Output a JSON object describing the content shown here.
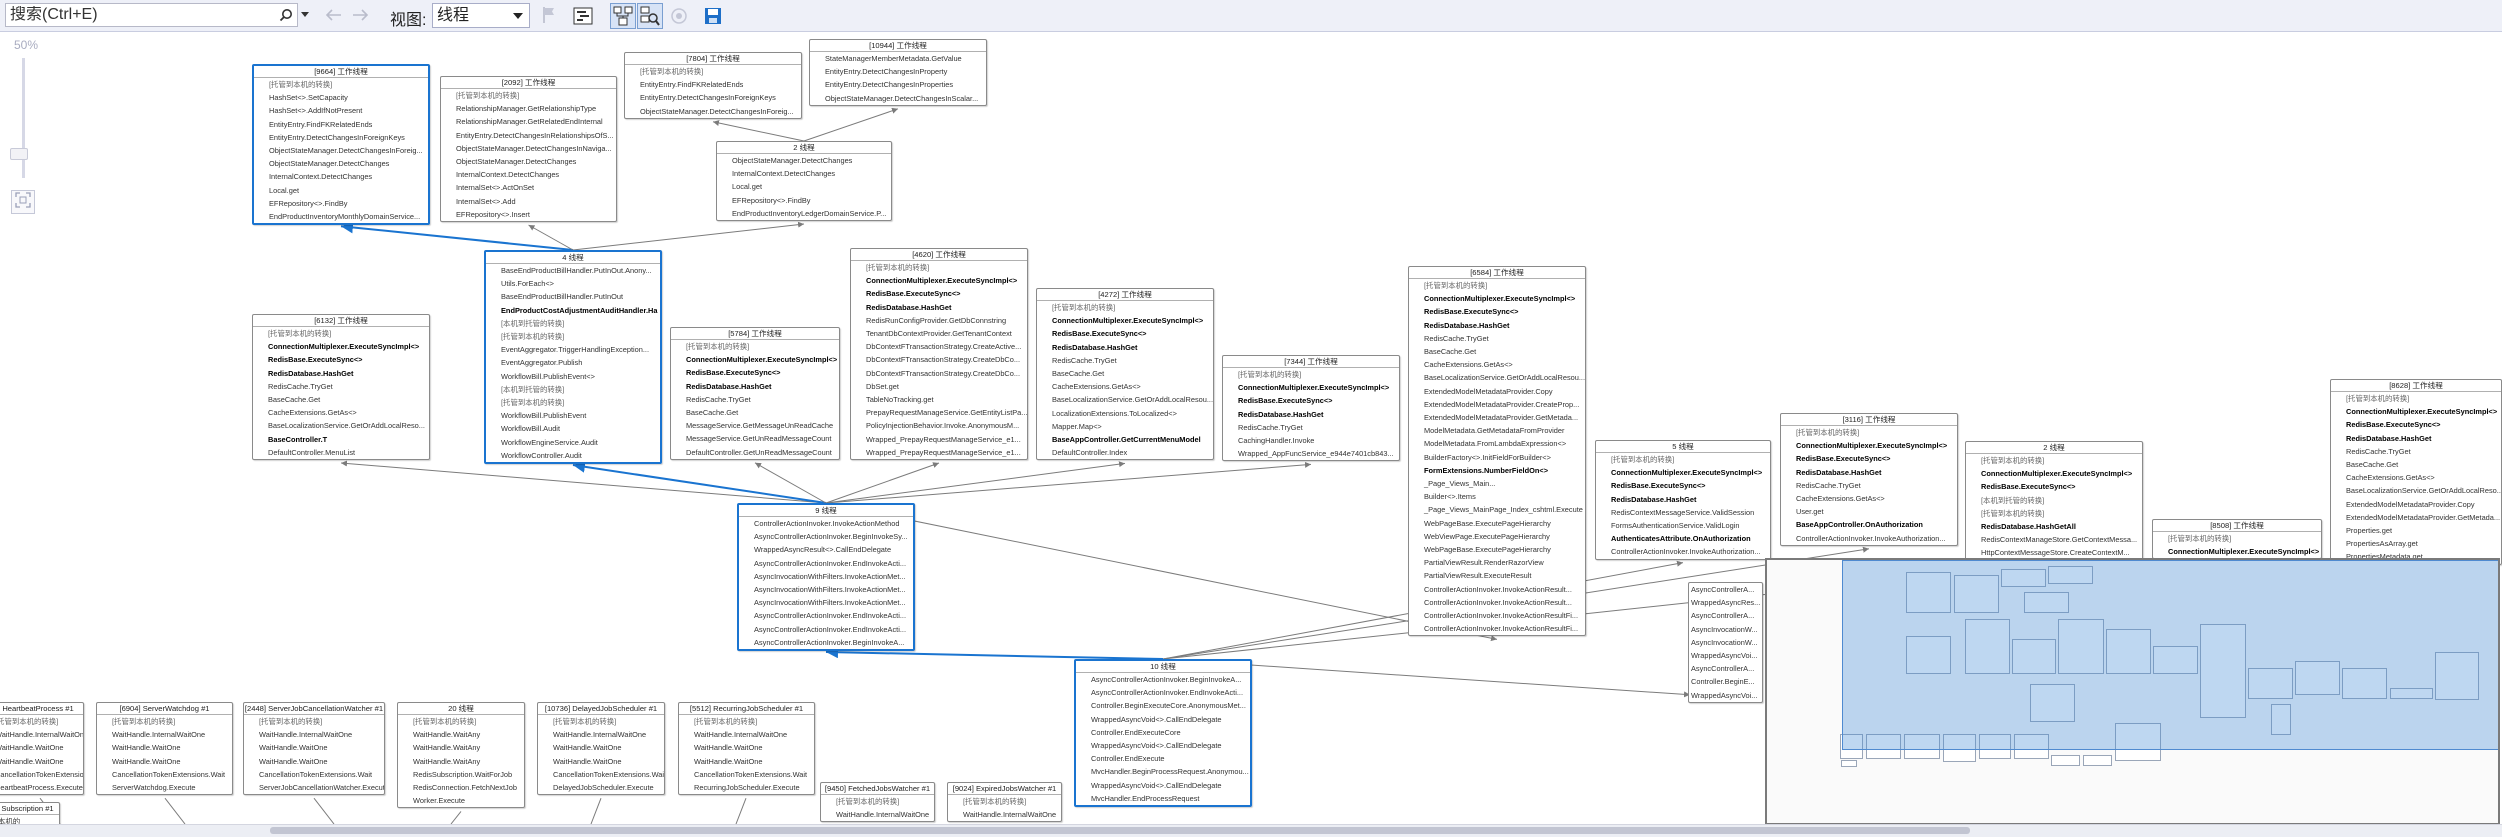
{
  "toolbar": {
    "search_placeholder": "搜索(Ctrl+E)",
    "view_label": "视图:",
    "view_value": "线程",
    "icons": [
      "search-icon",
      "back-arrow-icon",
      "forward-arrow-icon",
      "flag-icon",
      "gantt-toggle-icon",
      "method-view-icon",
      "auto-scroll-icon",
      "camera-icon",
      "save-icon"
    ]
  },
  "zoom": {
    "label": "50%"
  },
  "colors": {
    "selected": "#1a74d0",
    "edge": "#7b7b7b",
    "highlight_edge": "#1a74d0"
  },
  "nodes": {
    "n9664": {
      "title": "[9664] 工作线程",
      "frames": [
        "[托管到本机的转换]",
        "HashSet<>.SetCapacity",
        "HashSet<>.AddIfNotPresent",
        "EntityEntry.FindFKRelatedEnds",
        "EntityEntry.DetectChangesInForeignKeys",
        "ObjectStateManager.DetectChangesInForeig...",
        "ObjectStateManager.DetectChanges",
        "InternalContext.DetectChanges",
        "Local.get",
        "EFRepository<>.FindBy",
        "EndProductInventoryMonthlyDomainService..."
      ]
    },
    "n2092": {
      "title": "[2092] 工作线程",
      "frames": [
        "[托管到本机的转换]",
        "RelationshipManager.GetRelationshipType",
        "RelationshipManager.GetRelatedEndInternal",
        "EntityEntry.DetectChangesInRelationshipsOfS...",
        "ObjectStateManager.DetectChangesInNaviga...",
        "ObjectStateManager.DetectChanges",
        "InternalContext.DetectChanges",
        "InternalSet<>.ActOnSet",
        "InternalSet<>.Add",
        "EFRepository<>.Insert"
      ]
    },
    "n7804": {
      "title": "[7804] 工作线程",
      "frames": [
        "[托管到本机的转换]",
        "EntityEntry.FindFKRelatedEnds",
        "EntityEntry.DetectChangesInForeignKeys",
        "ObjectStateManager.DetectChangesInForeig..."
      ]
    },
    "n10944": {
      "title": "[10944] 工作线程",
      "frames": [
        "StateManagerMemberMetadata.GetValue",
        "EntityEntry.DetectChangesInProperty",
        "EntityEntry.DetectChangesInProperties",
        "ObjectStateManager.DetectChangesInScalar..."
      ]
    },
    "n2t": {
      "title": "2 线程",
      "frames": [
        "ObjectStateManager.DetectChanges",
        "InternalContext.DetectChanges",
        "Local.get",
        "EFRepository<>.FindBy",
        "EndProductInventoryLedgerDomainService.P..."
      ]
    },
    "n4t": {
      "title": "4 线程",
      "frames": [
        "BaseEndProductBillHandler.PutInOut.Anony...",
        "Utils.ForEach<>",
        "BaseEndProductBillHandler.PutInOut",
        "EndProductCostAdjustmentAuditHandler.Ha",
        "[本机到托管的转换]",
        "[托管到本机的转换]",
        "EventAggregator.TriggerHandlingException...",
        "EventAggregator.Publish",
        "WorkflowBill.PublishEvent<>",
        "[本机到托管的转换]",
        "[托管到本机的转换]",
        "WorkflowBill.PublishEvent",
        "WorkflowBill.Audit",
        "WorkflowEngineService.Audit",
        "WorkflowController.Audit"
      ]
    },
    "n6132": {
      "title": "[6132] 工作线程",
      "frames": [
        "[托管到本机的转换]",
        "ConnectionMultiplexer.ExecuteSyncImpl<>",
        "RedisBase.ExecuteSync<>",
        "RedisDatabase.HashGet",
        "RedisCache.TryGet",
        "BaseCache.Get",
        "CacheExtensions.GetAs<>",
        "BaseLocalizationService.GetOrAddLocalReso...",
        "BaseController.T",
        "DefaultController.MenuList"
      ]
    },
    "n5784": {
      "title": "[5784] 工作线程",
      "frames": [
        "[托管到本机的转换]",
        "ConnectionMultiplexer.ExecuteSyncImpl<>",
        "RedisBase.ExecuteSync<>",
        "RedisDatabase.HashGet",
        "RedisCache.TryGet",
        "BaseCache.Get",
        "MessageService.GetMessageUnReadCache",
        "MessageService.GetUnReadMessageCount",
        "DefaultController.GetUnReadMessageCount"
      ]
    },
    "n4620": {
      "title": "[4620] 工作线程",
      "frames": [
        "[托管到本机的转换]",
        "ConnectionMultiplexer.ExecuteSyncImpl<>",
        "RedisBase.ExecuteSync<>",
        "RedisDatabase.HashGet",
        "RedisRunConfigProvider.GetDbConnstring",
        "TenantDbContextProvider.GetTenantContext",
        "DbContextFTransactionStrategy.CreateActive...",
        "DbContextFTransactionStrategy.CreateDbCo...",
        "DbContextFTransactionStrategy.CreateDbCo...",
        "DbSet.get",
        "TableNoTracking.get",
        "PrepayRequestManageService.GetEntityListPa...",
        "PolicyInjectionBehavior.Invoke.AnonymousM...",
        "Wrapped_PrepayRequestManageService_e1...",
        "Wrapped_PrepayRequestManageService_e1..."
      ]
    },
    "n4272": {
      "title": "[4272] 工作线程",
      "frames": [
        "[托管到本机的转换]",
        "ConnectionMultiplexer.ExecuteSyncImpl<>",
        "RedisBase.ExecuteSync<>",
        "RedisDatabase.HashGet",
        "RedisCache.TryGet",
        "BaseCache.Get",
        "CacheExtensions.GetAs<>",
        "BaseLocalizationService.GetOrAddLocalResou...",
        "LocalizationExtensions.ToLocalized<>",
        "Mapper.Map<>",
        "BaseAppController.GetCurrentMenuModel",
        "DefaultController.Index"
      ]
    },
    "n7344": {
      "title": "[7344] 工作线程",
      "frames": [
        "[托管到本机的转换]",
        "ConnectionMultiplexer.ExecuteSyncImpl<>",
        "RedisBase.ExecuteSync<>",
        "RedisDatabase.HashGet",
        "RedisCache.TryGet",
        "CachingHandler.Invoke",
        "Wrapped_AppFuncService_e944e7401cb843..."
      ]
    },
    "n6584": {
      "title": "[6584] 工作线程",
      "frames": [
        "[托管到本机的转换]",
        "ConnectionMultiplexer.ExecuteSyncImpl<>",
        "RedisBase.ExecuteSync<>",
        "RedisDatabase.HashGet",
        "RedisCache.TryGet",
        "BaseCache.Get",
        "CacheExtensions.GetAs<>",
        "BaseLocalizationService.GetOrAddLocalResou...",
        "ExtendedModelMetadataProvider.Copy",
        "ExtendedModelMetadataProvider.CreateProp...",
        "ExtendedModelMetadataProvider.GetMetada...",
        "ModelMetadata.GetMetadataFromProvider",
        "ModelMetadata.FromLambdaExpression<>",
        "BuilderFactory<>.InitFieldForBuilder<>",
        "FormExtensions.NumberFieldOn<>",
        "_Page_Views_Main...",
        "Builder<>.Items",
        "_Page_Views_MainPage_Index_cshtml.Execute",
        "WebPageBase.ExecutePageHierarchy",
        "WebViewPage.ExecutePageHierarchy",
        "WebPageBase.ExecutePageHierarchy",
        "PartialViewResult.RenderRazorView",
        "PartialViewResult.ExecuteResult",
        "ControllerActionInvoker.InvokeActionResult...",
        "ControllerActionInvoker.InvokeActionResult...",
        "ControllerActionInvoker.InvokeActionResultFi...",
        "ControllerActionInvoker.InvokeActionResultFi..."
      ]
    },
    "n5t": {
      "title": "5 线程",
      "frames": [
        "[托管到本机的转换]",
        "ConnectionMultiplexer.ExecuteSyncImpl<>",
        "RedisBase.ExecuteSync<>",
        "RedisDatabase.HashGet",
        "RedisContextMessageService.ValidSession",
        "FormsAuthenticationService.ValidLogin",
        "AuthenticatesAttribute.OnAuthorization",
        "ControllerActionInvoker.InvokeAuthorization..."
      ]
    },
    "n3116": {
      "title": "[3116] 工作线程",
      "frames": [
        "[托管到本机的转换]",
        "ConnectionMultiplexer.ExecuteSyncImpl<>",
        "RedisBase.ExecuteSync<>",
        "RedisDatabase.HashGet",
        "RedisCache.TryGet",
        "CacheExtensions.GetAs<>",
        "User.get",
        "BaseAppController.OnAuthorization",
        "ControllerActionInvoker.InvokeAuthorization..."
      ]
    },
    "n2tb": {
      "title": "2 线程",
      "frames": [
        "[托管到本机的转换]",
        "ConnectionMultiplexer.ExecuteSyncImpl<>",
        "RedisBase.ExecuteSync<>",
        "[本机到托管的转换]",
        "[托管到本机的转换]",
        "RedisDatabase.HashGetAll",
        "RedisContextManageStore.GetContextMessa...",
        "HttpContextMessageStore.CreateContextM..."
      ]
    },
    "n8508": {
      "title": "[8508] 工作线程",
      "frames": [
        "[托管到本机的转换]",
        "ConnectionMultiplexer.ExecuteSyncImpl<>"
      ]
    },
    "n8628": {
      "title": "[8628] 工作线程",
      "frames": [
        "[托管到本机的转换]",
        "ConnectionMultiplexer.ExecuteSyncImpl<>",
        "RedisBase.ExecuteSync<>",
        "RedisDatabase.HashGet",
        "RedisCache.TryGet",
        "BaseCache.Get",
        "CacheExtensions.GetAs<>",
        "BaseLocalizationService.GetOrAddLocalReso...",
        "ExtendedModelMetadataProvider.Copy",
        "ExtendedModelMetadataProvider.GetMetada...",
        "Properties.get",
        "PropertiesAsArray.get",
        "PropertiesMetadata.get"
      ]
    },
    "n9t": {
      "title": "9 线程",
      "frames": [
        "ControllerActionInvoker.InvokeActionMethod",
        "AsyncControllerActionInvoker.BeginInvokeSy...",
        "WrappedAsyncResult<>.CallEndDelegate",
        "AsyncControllerActionInvoker.EndInvokeActi...",
        "AsyncInvocationWithFilters.InvokeActionMet...",
        "AsyncInvocationWithFilters.InvokeActionMet...",
        "AsyncInvocationWithFilters.InvokeActionMet...",
        "AsyncControllerActionInvoker.EndInvokeActi...",
        "AsyncControllerActionInvoker.EndInvokeActi...",
        "AsyncControllerActionInvoker.BeginInvokeA..."
      ]
    },
    "n10t": {
      "title": "10 线程",
      "frames": [
        "AsyncControllerActionInvoker.BeginInvokeA...",
        "AsyncControllerActionInvoker.EndInvokeActi...",
        "Controller.BeginExecuteCore.AnonymousMet...",
        "WrappedAsyncVoid<>.CallEndDelegate",
        "Controller.EndExecuteCore",
        "WrappedAsyncVoid<>.CallEndDelegate",
        "Controller.EndExecute",
        "MvcHandler.BeginProcessRequest.Anonymou...",
        "WrappedAsyncVoid<>.CallEndDelegate",
        "MvcHandler.EndProcessRequest"
      ]
    },
    "nEnd": {
      "title": "",
      "frames": [
        "AsyncControllerA...",
        "WrappedAsyncRes...",
        "AsyncControllerA...",
        "AsyncInvocationW...",
        "AsyncInvocationW...",
        "WrappedAsyncVoi...",
        "AsyncControllerA...",
        "Controller.BeginE...",
        "WrappedAsyncVoi..."
      ]
    },
    "nHeart": {
      "title": "HeartbeatProcess #1",
      "frames": [
        "[托管到本机的转换]",
        "WaitHandle.InternalWaitOne",
        "WaitHandle.WaitOne",
        "WaitHandle.WaitOne",
        "CancellationTokenExtensions.Wait",
        "HeartbeatProcess.Execute"
      ]
    },
    "n6904": {
      "title": "[6904] ServerWatchdog #1",
      "frames": [
        "[托管到本机的转换]",
        "WaitHandle.InternalWaitOne",
        "WaitHandle.WaitOne",
        "WaitHandle.WaitOne",
        "CancellationTokenExtensions.Wait",
        "ServerWatchdog.Execute"
      ]
    },
    "n2448": {
      "title": "[2448] ServerJobCancellationWatcher #1",
      "frames": [
        "[托管到本机的转换]",
        "WaitHandle.InternalWaitOne",
        "WaitHandle.WaitOne",
        "WaitHandle.WaitOne",
        "CancellationTokenExtensions.Wait",
        "ServerJobCancellationWatcher.Execute"
      ]
    },
    "n20t": {
      "title": "20 线程",
      "frames": [
        "[托管到本机的转换]",
        "WaitHandle.WaitAny",
        "WaitHandle.WaitAny",
        "WaitHandle.WaitAny",
        "RedisSubscription.WaitForJob",
        "RedisConnection.FetchNextJob",
        "Worker.Execute"
      ]
    },
    "n10736": {
      "title": "[10736] DelayedJobScheduler #1",
      "frames": [
        "[托管到本机的转换]",
        "WaitHandle.InternalWaitOne",
        "WaitHandle.WaitOne",
        "WaitHandle.WaitOne",
        "CancellationTokenExtensions.Wait",
        "DelayedJobScheduler.Execute"
      ]
    },
    "n5512": {
      "title": "[5512] RecurringJobScheduler #1",
      "frames": [
        "[托管到本机的转换]",
        "WaitHandle.InternalWaitOne",
        "WaitHandle.WaitOne",
        "WaitHandle.WaitOne",
        "CancellationTokenExtensions.Wait",
        "RecurringJobScheduler.Execute"
      ]
    },
    "n9450": {
      "title": "[9450] FetchedJobsWatcher #1",
      "frames": [
        "[托管到本机的转换]",
        "WaitHandle.InternalWaitOne"
      ]
    },
    "n9024": {
      "title": "[9024] ExpiredJobsWatcher #1",
      "frames": [
        "[托管到本机的转换]",
        "WaitHandle.InternalWaitOne"
      ]
    },
    "nSub": {
      "title": "Subscription #1",
      "frames": [
        "本机的"
      ]
    }
  }
}
